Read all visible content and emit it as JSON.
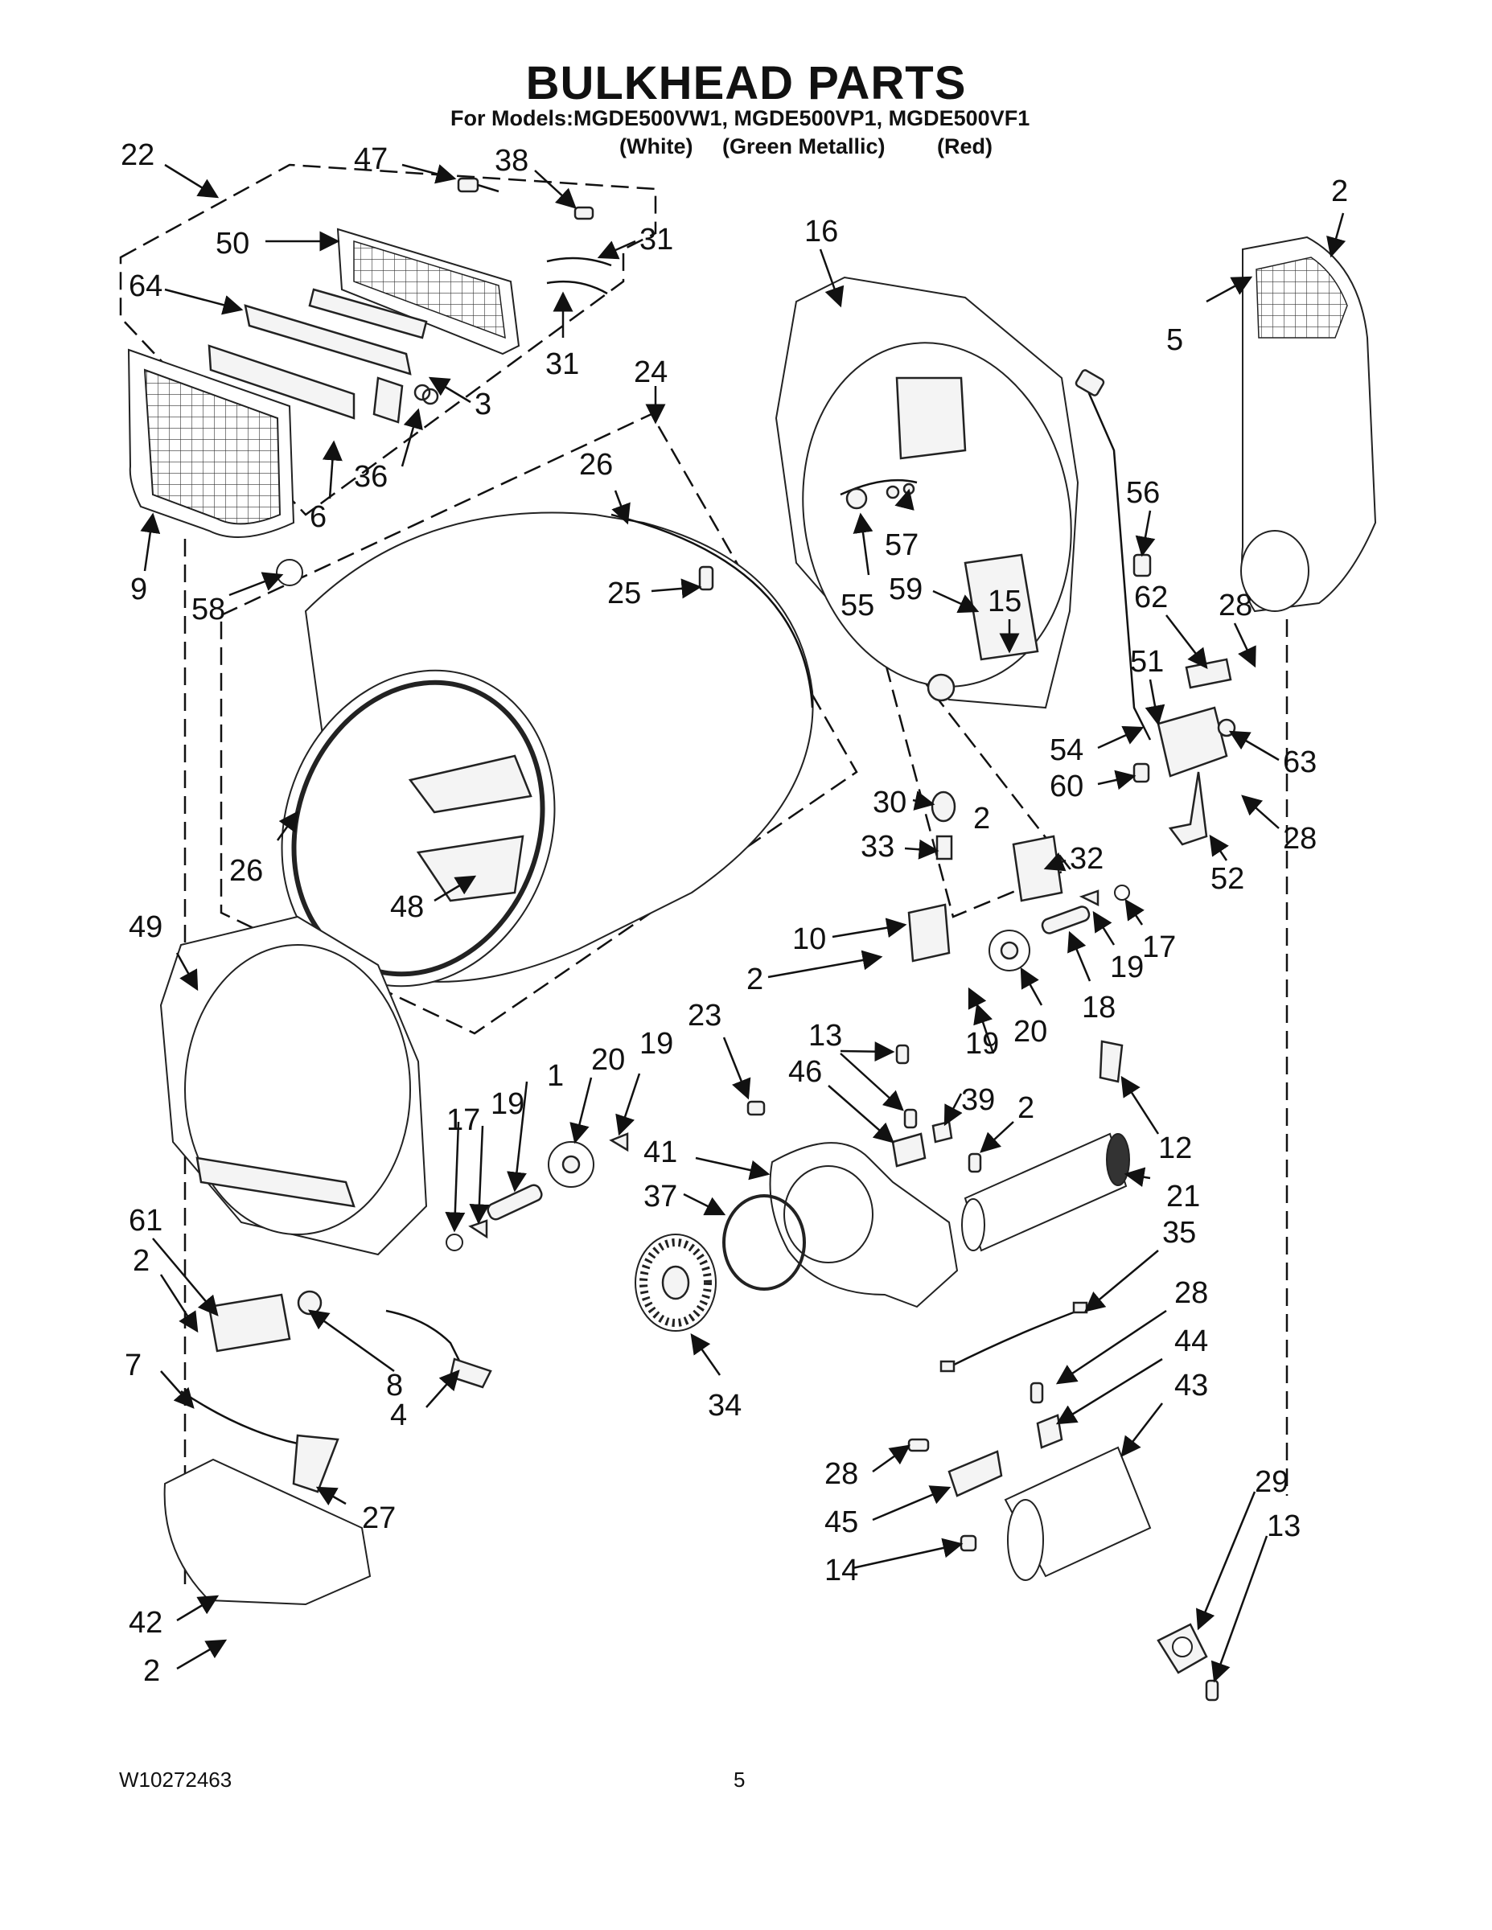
{
  "header": {
    "title": "BULKHEAD PARTS",
    "models_line": "For Models:MGDE500VW1, MGDE500VP1, MGDE500VF1",
    "color_white": "(White)",
    "color_green": "(Green Metallic)",
    "color_red": "(Red)"
  },
  "footer": {
    "document_id": "W10272463",
    "page_number": "5"
  },
  "callouts": {
    "c22": "22",
    "c47": "47",
    "c38": "38",
    "c50": "50",
    "c31a": "31",
    "c31b": "31",
    "c64": "64",
    "c3": "3",
    "c36": "36",
    "c6": "6",
    "c9": "9",
    "c58": "58",
    "c24": "24",
    "c26a": "26",
    "c26b": "26",
    "c25": "25",
    "c48": "48",
    "c16": "16",
    "c2a": "2",
    "c5": "5",
    "c56": "56",
    "c57": "57",
    "c55": "55",
    "c59": "59",
    "c15": "15",
    "c62": "62",
    "c28a": "28",
    "c51": "51",
    "c54": "54",
    "c63": "63",
    "c60": "60",
    "c28b": "28",
    "c52": "52",
    "c30": "30",
    "c2b": "2",
    "c33": "33",
    "c32": "32",
    "c17a": "17",
    "c19a": "19",
    "c10": "10",
    "c2c": "2",
    "c18": "18",
    "c20a": "20",
    "c19b": "19",
    "c49": "49",
    "c23": "23",
    "c13a": "13",
    "c46": "46",
    "c39": "39",
    "c2d": "2",
    "c12": "12",
    "c41": "41",
    "c21": "21",
    "c37": "37",
    "c1": "1",
    "c20b": "20",
    "c19c": "19",
    "c19d": "19",
    "c17b": "17",
    "c61": "61",
    "c2e": "2",
    "c35": "35",
    "c28c": "28",
    "c44": "44",
    "c43": "43",
    "c8": "8",
    "c4": "4",
    "c7": "7",
    "c34": "34",
    "c27": "27",
    "c28d": "28",
    "c45": "45",
    "c29": "29",
    "c13b": "13",
    "c14": "14",
    "c42": "42",
    "c2f": "2"
  }
}
